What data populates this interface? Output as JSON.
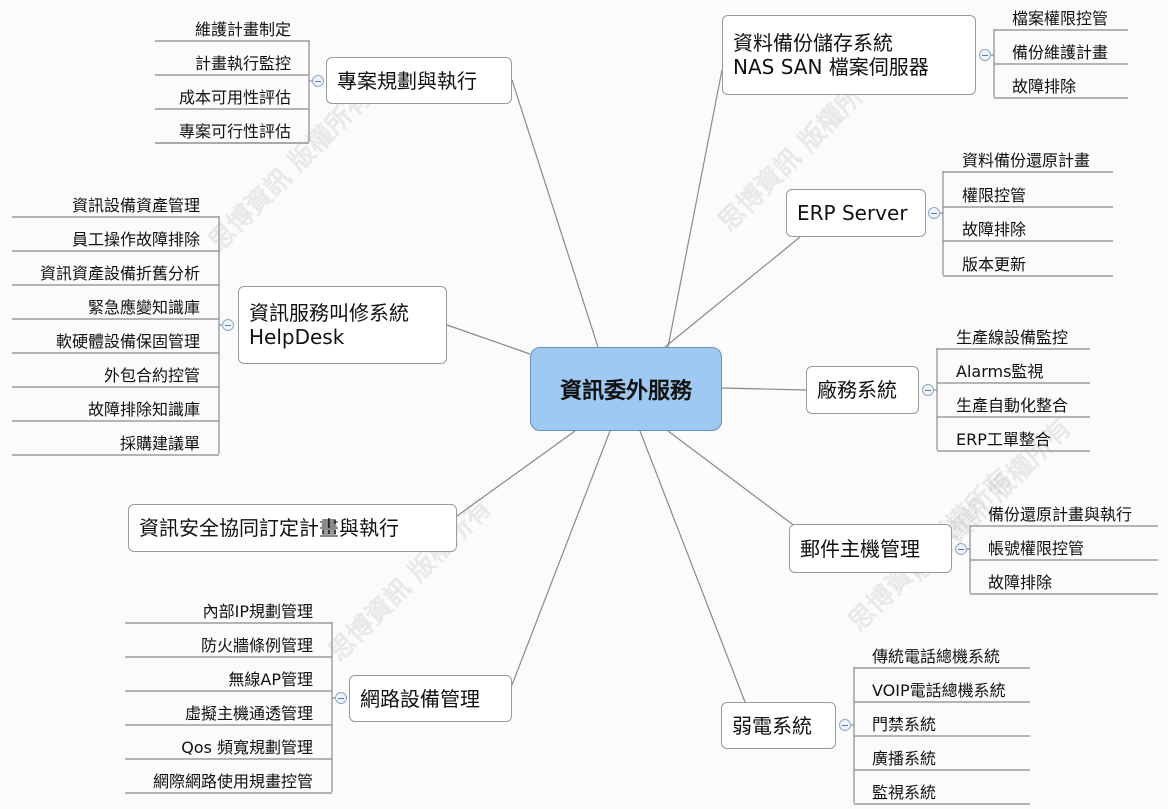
{
  "central": "資訊委外服務",
  "watermarks": [
    "思博資訊 版權所有",
    "思博資訊 版權所有",
    "思博資訊 版權所有",
    "思博資訊 版權所有",
    "思博資訊 版權所有"
  ],
  "left_topics": [
    {
      "id": "t-project",
      "lines": [
        "專案規劃與執行"
      ],
      "subs": [
        "維護計畫制定",
        "計畫執行監控",
        "成本可用性評估",
        "專案可行性評估"
      ]
    },
    {
      "id": "t-helpdesk",
      "lines": [
        "資訊服務叫修系統",
        "HelpDesk"
      ],
      "subs": [
        "資訊設備資產管理",
        "員工操作故障排除",
        "資訊資產設備折舊分析",
        "緊急應變知識庫",
        "軟硬體設備保固管理",
        "外包合約控管",
        "故障排除知識庫",
        "採購建議單"
      ]
    },
    {
      "id": "t-security",
      "lines": [
        "資訊安全協同訂定計畫與執行"
      ],
      "subs": []
    },
    {
      "id": "t-network",
      "lines": [
        "網路設備管理"
      ],
      "subs": [
        "內部IP規劃管理",
        "防火牆條例管理",
        "無線AP管理",
        "虛擬主機通透管理",
        "Qos 頻寬規劃管理",
        "網際網路使用規畫控管"
      ]
    }
  ],
  "right_topics": [
    {
      "id": "t-nas",
      "lines": [
        "資料備份儲存系統",
        "NAS  SAN 檔案伺服器"
      ],
      "subs": [
        "檔案權限控管",
        "備份維護計畫",
        "故障排除"
      ]
    },
    {
      "id": "t-erp",
      "lines": [
        "ERP Server"
      ],
      "subs": [
        "資料備份還原計畫",
        "權限控管",
        "故障排除",
        "版本更新"
      ]
    },
    {
      "id": "t-factory",
      "lines": [
        "廠務系統"
      ],
      "subs": [
        "生產線設備監控",
        "Alarms監視",
        "生產自動化整合",
        "ERP工單整合"
      ]
    },
    {
      "id": "t-mail",
      "lines": [
        "郵件主機管理"
      ],
      "subs": [
        "備份還原計畫與執行",
        "帳號權限控管",
        "故障排除"
      ]
    },
    {
      "id": "t-weak",
      "lines": [
        "弱電系統"
      ],
      "subs": [
        "傳統電話總機系統",
        "VOIP電話總機系統",
        "門禁系統",
        "廣播系統",
        "監視系統"
      ]
    }
  ]
}
